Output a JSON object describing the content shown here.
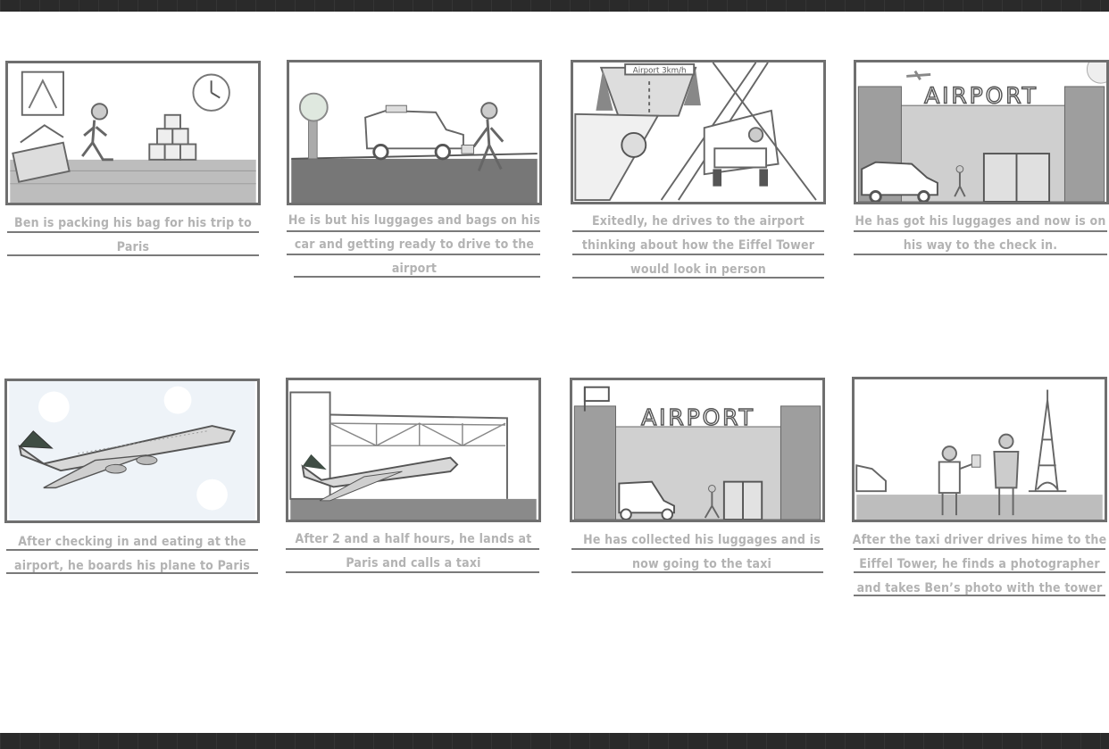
{
  "panels": [
    {
      "caption": "Ben is packing his bag for his trip to Paris"
    },
    {
      "caption": "He is but his luggages and bags on his car and getting ready to drive to the airport"
    },
    {
      "caption": "Exitedly, he drives to the airport thinking about how the Eiffel Tower would look in person",
      "sign": "Airport 3km/h"
    },
    {
      "caption": "He has got his luggages and now is on his way to the check in.",
      "sign": "AIRPORT"
    },
    {
      "caption": "After checking in and eating at the airport, he boards his plane to Paris"
    },
    {
      "caption": "After 2 and a half hours, he lands at Paris and calls a taxi"
    },
    {
      "caption": "He has collected his luggages and is now going to the taxi",
      "sign": "AIRPORT"
    },
    {
      "caption": "After the taxi driver drives hime to the Eiffel Tower, he finds a photographer and takes Ben’s photo with the tower"
    }
  ],
  "colors": {
    "frame": "#6f6f6f",
    "caption": "#b3b3b3",
    "rule": "#7a7a7a",
    "bar": "#2a2a2a"
  }
}
